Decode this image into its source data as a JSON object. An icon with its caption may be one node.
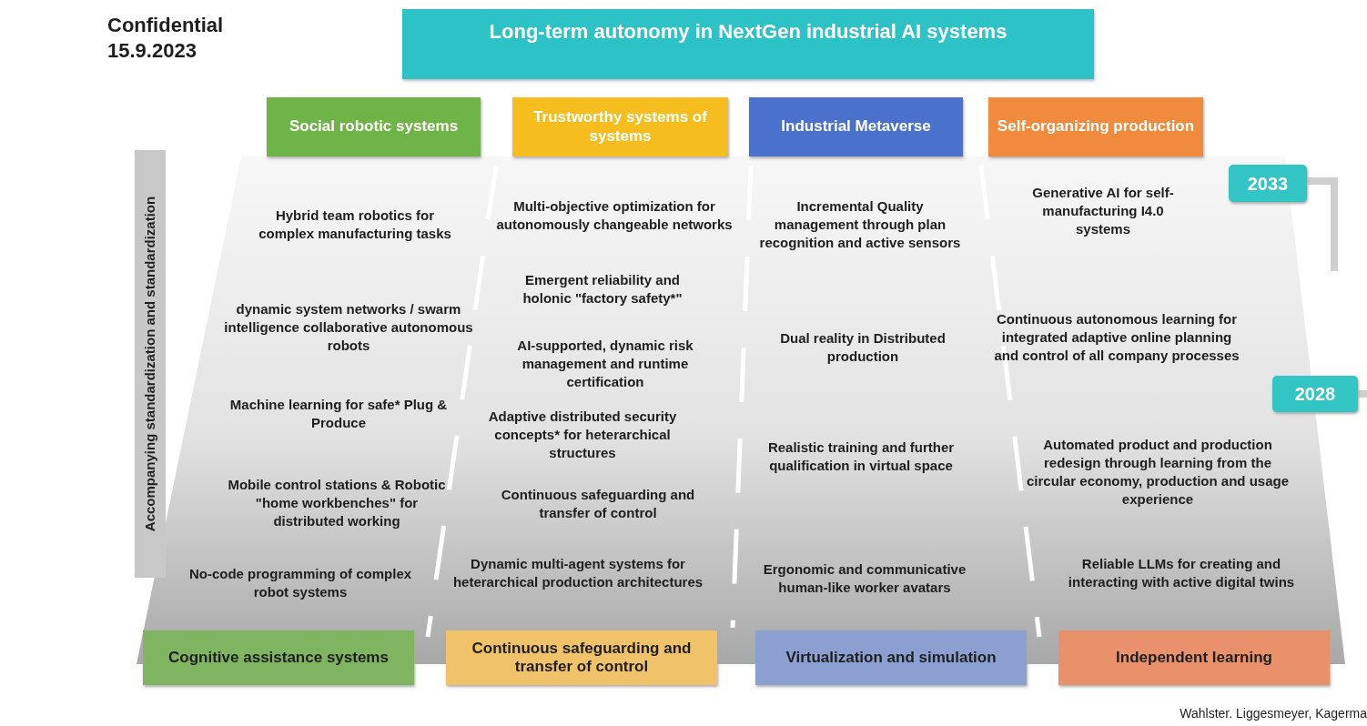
{
  "diagram": {
    "title": "Long-term autonomy in NextGen industrial AI systems",
    "nodes": [
      {
        "text": [
          "Social robotic systems"
        ]
      },
      {
        "text": [
          "Trustworthy systems of systems"
        ]
      },
      {
        "text": [
          "Industrial Metaverse"
        ]
      },
      {
        "text": [
          "Self-organizing production"
        ]
      },
      {
        "text": [
          "Accompanying standardization and standardization"
        ]
      },
      {
        "text": [
          "2033"
        ]
      },
      {
        "text": [
          "2028"
        ]
      },
      {
        "text": [
          "Cognitive assistance systems"
        ]
      },
      {
        "text": [
          "Continuous safeguarding and transfer of control"
        ]
      },
      {
        "text": [
          "Virtualization and simulation"
        ]
      },
      {
        "text": [
          "Independent learning"
        ]
      }
    ],
    "edges": [],
    "labels": [
      "Confidential 15.9.2023",
      "Hybrid team robotics for complex manufacturing tasks",
      "dynamic system networks / swarm intelligence collaborative autonomous robots",
      "Machine learning for safe* Plug & Produce",
      "Mobile control stations & Robotic \"home workbenches\" for distributed working",
      "No-code programming of complex robot systems",
      "Multi-objective optimization for autonomously changeable networks",
      "Emergent reliability and holonic \"factory safety*\"",
      "AI-supported, dynamic risk management and runtime certification",
      "Adaptive distributed security concepts* for heterarchical structures",
      "Continuous safeguarding and transfer of control",
      "Dynamic multi-agent systems for heterarchical production architectures",
      "Incremental Quality management through plan recognition and active sensors",
      "Dual reality in Distributed production",
      "Realistic training and further qualification in virtual space",
      "Ergonomic and communicative human-like worker avatars",
      "Generative AI for self-manufacturing I4.0 systems",
      "Continuous autonomous learning for integrated adaptive online planning and control of all company processes",
      "Automated product and production redesign through learning from the circular economy, production and usage experience",
      "Reliable LLMs for creating and interacting with active digital twins",
      "Wahlster. Liggesmeyer, Kagerma"
    ]
  }
}
